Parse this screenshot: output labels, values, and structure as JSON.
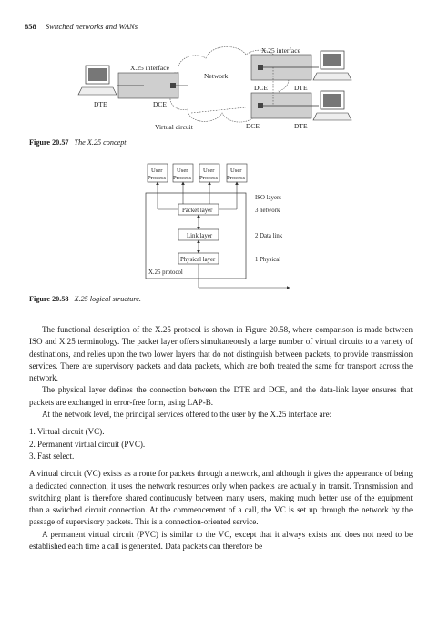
{
  "header": {
    "page_number": "858",
    "running_title": "Switched networks and WANs"
  },
  "figure_1": {
    "labels": {
      "x25_interface_left": "X.25 interface",
      "x25_interface_right": "X.25 interface",
      "network": "Network",
      "dte_left": "DTE",
      "dce_left": "DCE",
      "virtual_circuit": "Virtual circuit",
      "dce_right_top": "DCE",
      "dte_right_top": "DTE",
      "dce_right_bottom": "DCE",
      "dte_right_bottom": "DTE"
    },
    "caption_number": "Figure 20.57",
    "caption_text": "The X.25 concept."
  },
  "figure_2": {
    "user_process_line1": "User",
    "user_process_line2": "Process",
    "packet_layer": "Packet layer",
    "link_layer": "Link layer",
    "physical_layer": "Physical layer",
    "x25_protocol": "X.25 protocol",
    "iso_layers": "ISO layers",
    "iso_3": "3 network",
    "iso_2": "2 Data link",
    "iso_1": "1 Physical",
    "caption_number": "Figure 20.58",
    "caption_text": "X.25 logical structure."
  },
  "body": {
    "p1": "The functional description of the X.25 protocol is shown in Figure 20.58, where comparison is made between ISO and X.25 terminology. The packet layer offers simultaneously a large number of virtual circuits to a variety of destinations, and relies upon the two lower layers that do not distinguish between packets, to provide transmission services. There are supervisory packets and data packets, which are both treated the same for transport across the network.",
    "p2": "The physical layer defines the connection between the DTE and DCE, and the data-link layer ensures that packets are exchanged in error-free form, using LAP-B.",
    "p3": "At the network level, the principal services offered to the user by the X.25 interface are:",
    "list": [
      "1. Virtual circuit (VC).",
      "2. Permanent virtual circuit (PVC).",
      "3. Fast select."
    ],
    "p4": "A virtual circuit (VC) exists as a route for packets through a network, and although it gives the appearance of being a dedicated connection, it uses the network resources only when packets are actually in transit. Transmission and switching plant is therefore shared continuously between many users, making much better use of the equipment than a switched circuit connection. At the commencement of a call, the VC is set up through the network by the passage of supervisory packets. This is a connection-oriented service.",
    "p5": "A permanent virtual circuit (PVC) is similar to the VC, except that it always exists and does not need to be established each time a call is generated. Data packets can therefore be"
  }
}
